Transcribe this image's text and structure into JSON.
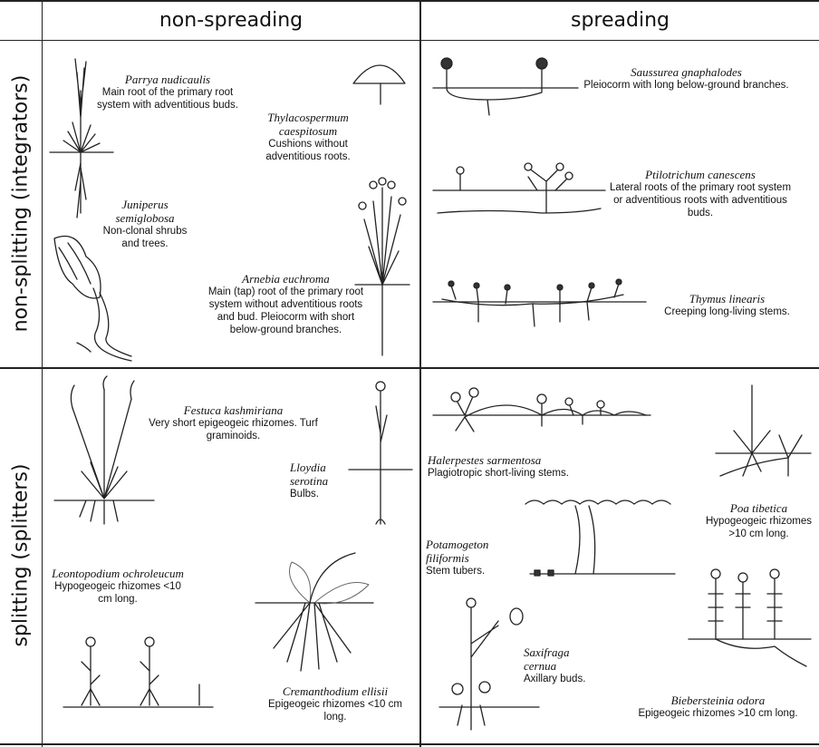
{
  "headers": {
    "col1": "non-spreading",
    "col2": "spreading",
    "row1": "non-splitting (integrators)",
    "row2": "splitting (splitters)"
  },
  "species": {
    "parrya": {
      "name": "Parrya nudicaulis",
      "desc": "Main root of the primary root system with adventitious buds."
    },
    "thylacospermum": {
      "name": "Thylacospermum caespitosum",
      "desc": "Cushions without adventitious roots."
    },
    "juniperus": {
      "name": "Juniperus semiglobosa",
      "desc": "Non-clonal shrubs and trees."
    },
    "arnebia": {
      "name": "Arnebia euchroma",
      "desc": "Main (tap) root of the primary root system without adventitious roots and bud. Pleiocorm with short below-ground branches."
    },
    "saussurea": {
      "name": "Saussurea gnaphalodes",
      "desc": "Pleiocorm with long below-ground branches."
    },
    "ptilotrichum": {
      "name": "Ptilotrichum canescens",
      "desc": "Lateral roots of the primary root system or adventitious roots with adventitious buds."
    },
    "thymus": {
      "name": "Thymus linearis",
      "desc": "Creeping long-living stems."
    },
    "festuca": {
      "name": "Festuca kashmiriana",
      "desc": "Very short epigeogeic rhizomes. Turf graminoids."
    },
    "lloydia": {
      "name": "Lloydia serotina",
      "desc": "Bulbs."
    },
    "leontopodium": {
      "name": "Leontopodium ochroleucum",
      "desc": "Hypogeogeic rhizomes <10 cm long."
    },
    "cremanthodium": {
      "name": "Cremanthodium ellisii",
      "desc": "Epigeogeic rhizomes <10 cm long."
    },
    "halerpestes": {
      "name": "Halerpestes sarmentosa",
      "desc": "Plagiotropic short-living stems."
    },
    "poa": {
      "name": "Poa tibetica",
      "desc": "Hypogeogeic rhizomes >10 cm long."
    },
    "potamogeton": {
      "name": "Potamogeton filiformis",
      "desc": "Stem tubers."
    },
    "saxifraga": {
      "name": "Saxifraga cernua",
      "desc": "Axillary buds."
    },
    "biebersteinia": {
      "name": "Biebersteinia odora",
      "desc": "Epigeogeic rhizomes >10 cm long."
    }
  }
}
